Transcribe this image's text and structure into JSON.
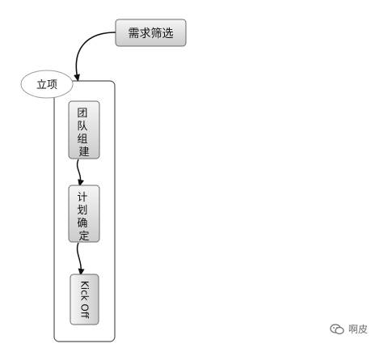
{
  "nodes": {
    "demand": {
      "label": "需求筛选"
    },
    "project": {
      "label": "立项"
    },
    "team": {
      "label": "团队组建"
    },
    "plan": {
      "label": "计划确定"
    },
    "kickoff": {
      "label": "Kick Off"
    }
  },
  "watermark": {
    "icon": "wechat-icon",
    "text": "啊皮"
  },
  "colors": {
    "box_fill_top": "#f4f4f4",
    "box_fill_bottom": "#cfcfcf",
    "stroke": "#555555",
    "arrow": "#111111"
  }
}
